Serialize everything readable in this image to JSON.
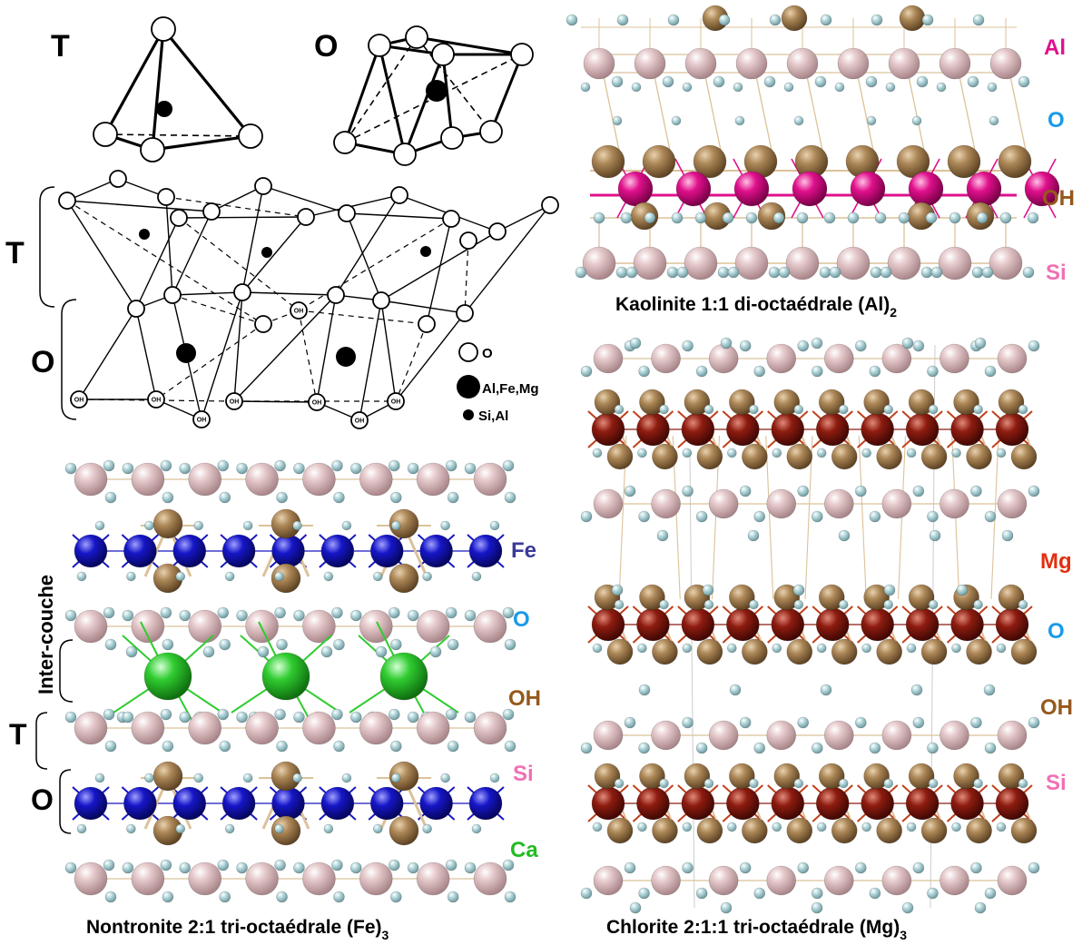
{
  "panel_schema": {
    "tetra_label": "T",
    "octa_label": "O",
    "sheet_t_label": "T",
    "sheet_o_label": "O",
    "oh_label": "OH",
    "legend": [
      {
        "label": "O"
      },
      {
        "label": "Al,Fe,Mg"
      },
      {
        "label": "Si,Al"
      }
    ]
  },
  "panel_kaolinite": {
    "caption_main": "Kaolinite 1:1 di-octaédrale (Al)",
    "caption_sub": "2",
    "labels": [
      {
        "text": "Al",
        "color": "#e0108c"
      },
      {
        "text": "O",
        "color": "#1a9be8"
      },
      {
        "text": "OH",
        "color": "#96581c"
      },
      {
        "text": "Si",
        "color": "#f070b4"
      }
    ]
  },
  "panel_nontronite": {
    "caption_main": "Nontronite 2:1 tri-octaédrale (Fe)",
    "caption_sub": "3",
    "side_interlayer": "Inter-couche",
    "side_t": "T",
    "side_o": "O",
    "labels": [
      {
        "text": "Fe",
        "color": "#3a3a9a"
      },
      {
        "text": "O",
        "color": "#1a9be8"
      },
      {
        "text": "OH",
        "color": "#96581c"
      },
      {
        "text": "Si",
        "color": "#f070b4"
      },
      {
        "text": "Ca",
        "color": "#22bb22"
      }
    ]
  },
  "panel_chlorite": {
    "caption_main": "Chlorite 2:1:1 tri-octaédrale (Mg)",
    "caption_sub": "3",
    "labels": [
      {
        "text": "Mg",
        "color": "#e03010"
      },
      {
        "text": "O",
        "color": "#1a9be8"
      },
      {
        "text": "OH",
        "color": "#96581c"
      },
      {
        "text": "Si",
        "color": "#f070b4"
      }
    ]
  },
  "atom_colors": {
    "si": "#d6b4b8",
    "o": "#a8cfd4",
    "oh": "#a8845a",
    "al": "#e01090",
    "fe": "#1818c0",
    "mg": "#8a1c10",
    "ca": "#30cc30",
    "bond": "#e8d0b0"
  }
}
